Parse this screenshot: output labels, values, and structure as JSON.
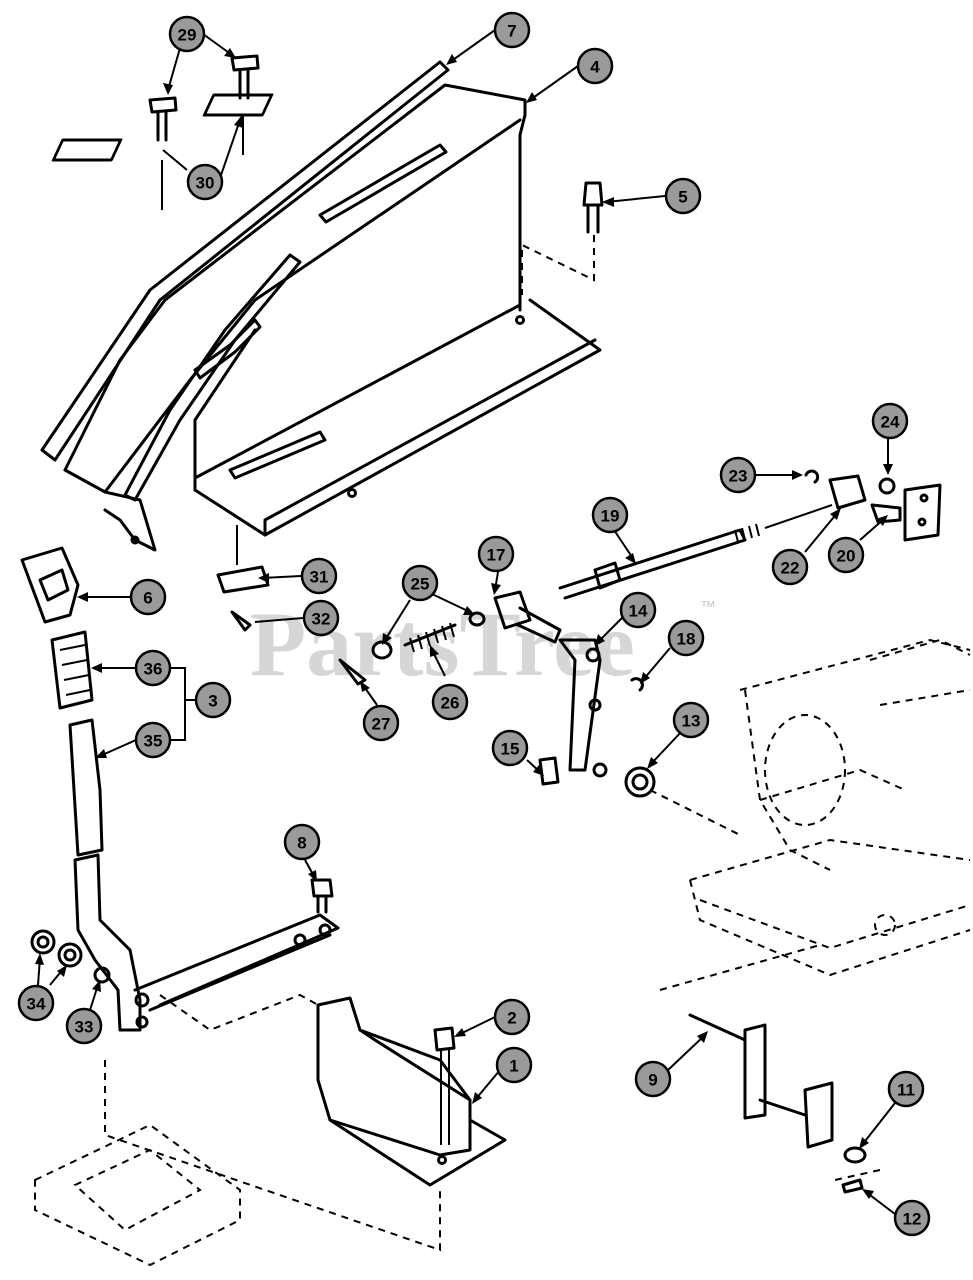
{
  "watermark": {
    "text": "PartsTree",
    "trademark": "™"
  },
  "callouts": [
    {
      "id": "c29",
      "label": "29"
    },
    {
      "id": "c7",
      "label": "7"
    },
    {
      "id": "c4",
      "label": "4"
    },
    {
      "id": "c30",
      "label": "30"
    },
    {
      "id": "c5",
      "label": "5"
    },
    {
      "id": "c24",
      "label": "24"
    },
    {
      "id": "c23",
      "label": "23"
    },
    {
      "id": "c19",
      "label": "19"
    },
    {
      "id": "c22",
      "label": "22"
    },
    {
      "id": "c20",
      "label": "20"
    },
    {
      "id": "c6",
      "label": "6"
    },
    {
      "id": "c31",
      "label": "31"
    },
    {
      "id": "c17",
      "label": "17"
    },
    {
      "id": "c25",
      "label": "25"
    },
    {
      "id": "c14",
      "label": "14"
    },
    {
      "id": "c32",
      "label": "32"
    },
    {
      "id": "c18",
      "label": "18"
    },
    {
      "id": "c36",
      "label": "36"
    },
    {
      "id": "c3",
      "label": "3"
    },
    {
      "id": "c26",
      "label": "26"
    },
    {
      "id": "c27",
      "label": "27"
    },
    {
      "id": "c35",
      "label": "35"
    },
    {
      "id": "c15",
      "label": "15"
    },
    {
      "id": "c13",
      "label": "13"
    },
    {
      "id": "c8",
      "label": "8"
    },
    {
      "id": "c34",
      "label": "34"
    },
    {
      "id": "c33",
      "label": "33"
    },
    {
      "id": "c2",
      "label": "2"
    },
    {
      "id": "c1",
      "label": "1"
    },
    {
      "id": "c9",
      "label": "9"
    },
    {
      "id": "c11",
      "label": "11"
    },
    {
      "id": "c12",
      "label": "12"
    }
  ]
}
